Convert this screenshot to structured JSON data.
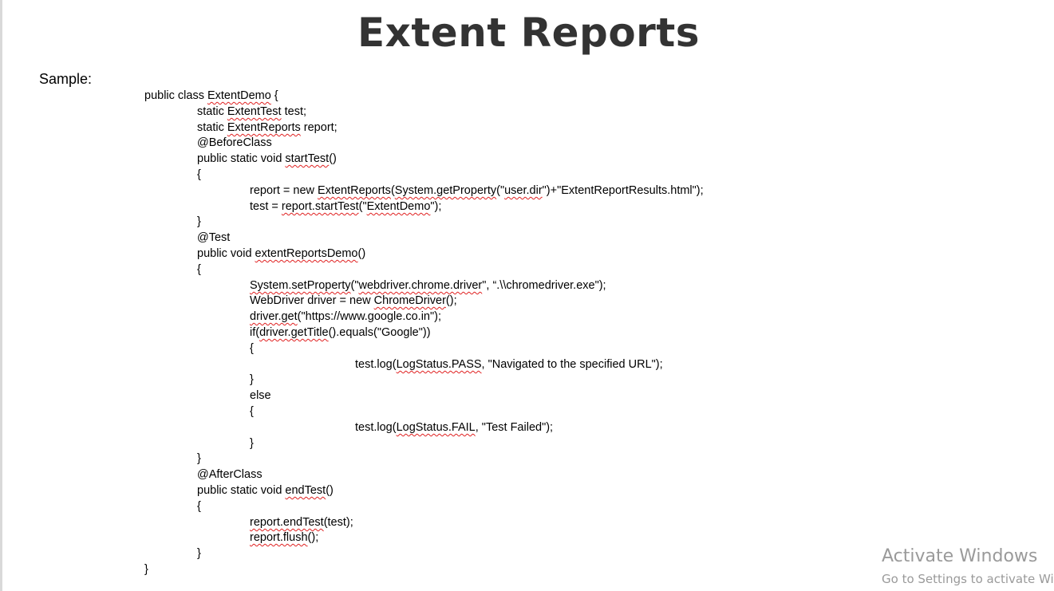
{
  "document": {
    "title": "Extent Reports",
    "sample_label": "Sample:"
  },
  "code": {
    "lines": [
      {
        "indent": 0,
        "segments": [
          {
            "t": "public class "
          },
          {
            "t": "ExtentDemo",
            "sq": true
          },
          {
            "t": " {"
          }
        ]
      },
      {
        "indent": 1,
        "segments": [
          {
            "t": "static "
          },
          {
            "t": "ExtentTest",
            "sq": true
          },
          {
            "t": " test;"
          }
        ]
      },
      {
        "indent": 1,
        "segments": [
          {
            "t": "static "
          },
          {
            "t": "ExtentReports",
            "sq": true
          },
          {
            "t": " report;"
          }
        ]
      },
      {
        "indent": 1,
        "segments": [
          {
            "t": "@BeforeClass"
          }
        ]
      },
      {
        "indent": 1,
        "segments": [
          {
            "t": "public static void "
          },
          {
            "t": "startTest",
            "sq": true
          },
          {
            "t": "()"
          }
        ]
      },
      {
        "indent": 1,
        "segments": [
          {
            "t": "{"
          }
        ]
      },
      {
        "indent": 2,
        "segments": [
          {
            "t": "report = new "
          },
          {
            "t": "ExtentReports",
            "sq": true
          },
          {
            "t": "("
          },
          {
            "t": "System.getProperty",
            "sq": true
          },
          {
            "t": "(\""
          },
          {
            "t": "user.dir",
            "sq": true
          },
          {
            "t": "\")+\"ExtentReportResults.html\");"
          }
        ]
      },
      {
        "indent": 2,
        "segments": [
          {
            "t": "test = "
          },
          {
            "t": "report.startTest",
            "sq": true
          },
          {
            "t": "(\""
          },
          {
            "t": "ExtentDemo",
            "sq": true
          },
          {
            "t": "\");"
          }
        ]
      },
      {
        "indent": 1,
        "segments": [
          {
            "t": "}"
          }
        ]
      },
      {
        "indent": 1,
        "segments": [
          {
            "t": "@Test"
          }
        ]
      },
      {
        "indent": 1,
        "segments": [
          {
            "t": "public void "
          },
          {
            "t": "extentReportsDemo",
            "sq": true
          },
          {
            "t": "()"
          }
        ]
      },
      {
        "indent": 1,
        "segments": [
          {
            "t": "{"
          }
        ]
      },
      {
        "indent": 2,
        "segments": [
          {
            "t": "System.setProperty",
            "sq": true
          },
          {
            "t": "(\""
          },
          {
            "t": "webdriver.chrome.driver",
            "sq": true
          },
          {
            "t": "\", “.\\\\chromedriver.exe\");"
          }
        ]
      },
      {
        "indent": 2,
        "segments": [
          {
            "t": "WebDriver driver = new "
          },
          {
            "t": "ChromeDriver",
            "sq": true
          },
          {
            "t": "();"
          }
        ]
      },
      {
        "indent": 2,
        "segments": [
          {
            "t": "driver.get",
            "sq": true
          },
          {
            "t": "(\"https://www.google.co.in\");"
          }
        ]
      },
      {
        "indent": 2,
        "segments": [
          {
            "t": "if("
          },
          {
            "t": "driver.getTitle",
            "sq": true
          },
          {
            "t": "().equals(\"Google\"))"
          }
        ]
      },
      {
        "indent": 2,
        "segments": [
          {
            "t": "{"
          }
        ]
      },
      {
        "indent": 4,
        "segments": [
          {
            "t": "test.log("
          },
          {
            "t": "LogStatus.PASS",
            "sq": true
          },
          {
            "t": ", \"Navigated to the specified URL\");"
          }
        ]
      },
      {
        "indent": 2,
        "segments": [
          {
            "t": "}"
          }
        ]
      },
      {
        "indent": 2,
        "segments": [
          {
            "t": "else"
          }
        ]
      },
      {
        "indent": 2,
        "segments": [
          {
            "t": "{"
          }
        ]
      },
      {
        "indent": 4,
        "segments": [
          {
            "t": "test.log("
          },
          {
            "t": "LogStatus.FAIL",
            "sq": true
          },
          {
            "t": ", \"Test Failed\");"
          }
        ]
      },
      {
        "indent": 2,
        "segments": [
          {
            "t": "}"
          }
        ]
      },
      {
        "indent": 1,
        "segments": [
          {
            "t": "}"
          }
        ]
      },
      {
        "indent": 1,
        "segments": [
          {
            "t": "@AfterClass"
          }
        ]
      },
      {
        "indent": 1,
        "segments": [
          {
            "t": "public static void "
          },
          {
            "t": "endTest",
            "sq": true
          },
          {
            "t": "()"
          }
        ]
      },
      {
        "indent": 1,
        "segments": [
          {
            "t": "{"
          }
        ]
      },
      {
        "indent": 2,
        "segments": [
          {
            "t": "report.endTest",
            "sq": true
          },
          {
            "t": "(test);"
          }
        ]
      },
      {
        "indent": 2,
        "segments": [
          {
            "t": "report.flush",
            "sq": true
          },
          {
            "t": "();"
          }
        ]
      },
      {
        "indent": 1,
        "segments": [
          {
            "t": "}"
          }
        ]
      },
      {
        "indent": 0,
        "segments": [
          {
            "t": "}"
          }
        ]
      }
    ]
  },
  "watermark": {
    "title": "Activate Windows",
    "subtitle": "Go to Settings to activate Windows."
  },
  "colors": {
    "title": "#333333",
    "spellcheck_squiggle": "#e02020",
    "watermark": "#9a9a9a"
  }
}
